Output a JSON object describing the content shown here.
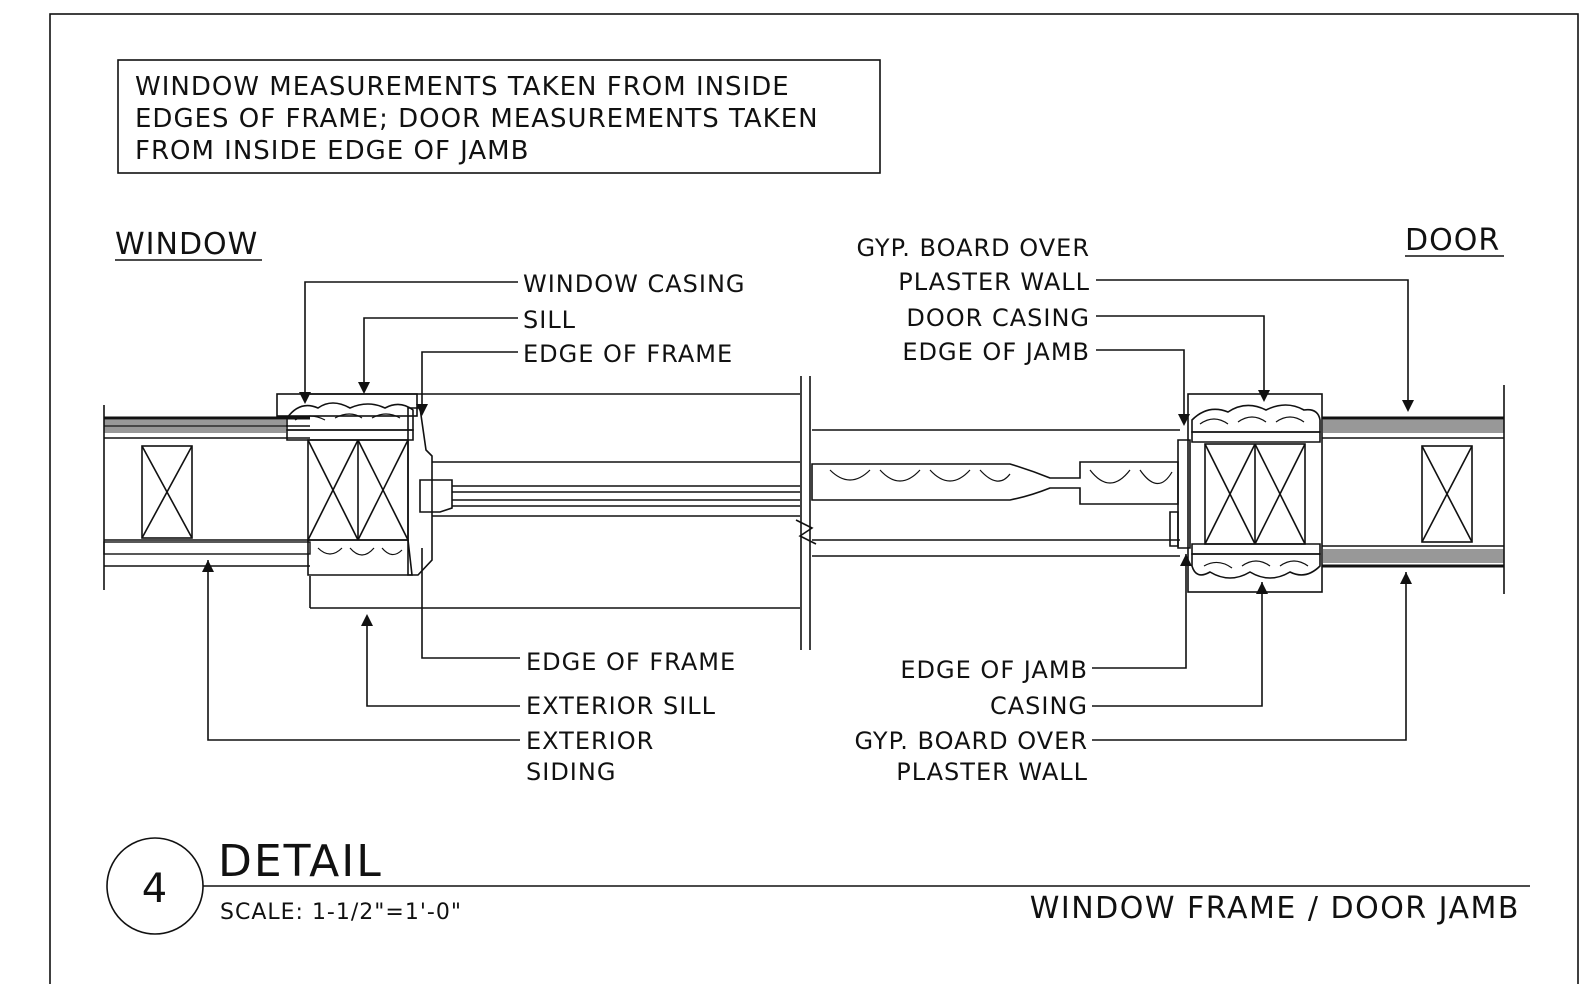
{
  "note": {
    "lines": [
      "WINDOW MEASUREMENTS TAKEN FROM INSIDE",
      "EDGES OF FRAME; DOOR MEASUREMENTS TAKEN",
      "FROM INSIDE EDGE OF JAMB"
    ]
  },
  "headings": {
    "window": "WINDOW",
    "door": "DOOR"
  },
  "window_labels": {
    "casing": "WINDOW CASING",
    "sill": "SILL",
    "edge_of_frame_top": "EDGE OF FRAME",
    "edge_of_frame_bottom": "EDGE OF FRAME",
    "exterior_sill": "EXTERIOR SILL",
    "exterior_siding_1": "EXTERIOR",
    "exterior_siding_2": "SIDING"
  },
  "door_labels": {
    "gyp_top_1": "GYP. BOARD OVER",
    "gyp_top_2": "PLASTER WALL",
    "door_casing": "DOOR CASING",
    "edge_of_jamb_top": "EDGE OF JAMB",
    "edge_of_jamb_bottom": "EDGE OF JAMB",
    "casing": "CASING",
    "gyp_bottom_1": "GYP. BOARD OVER",
    "gyp_bottom_2": "PLASTER WALL"
  },
  "title_block": {
    "number": "4",
    "title": "DETAIL",
    "scale": "SCALE: 1-1/2\"=1'-0\"",
    "subtitle": "WINDOW FRAME / DOOR JAMB"
  }
}
